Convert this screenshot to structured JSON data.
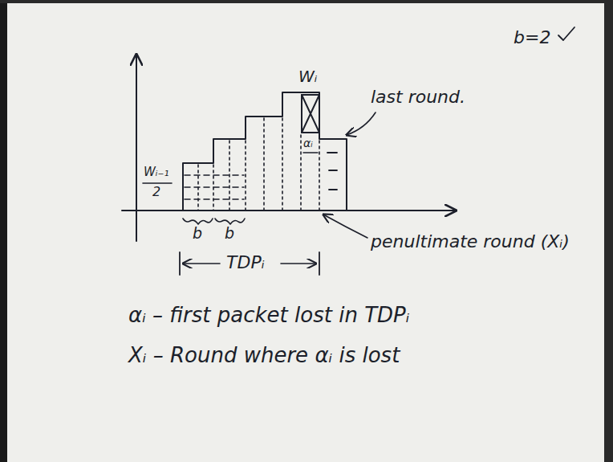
{
  "diagram": {
    "labels": [
      "b=2",
      "Wᵢ",
      "last round.",
      "Wᵢ₋₁",
      "2",
      "αᵢ",
      "b",
      "b",
      "penultimate round (Xᵢ)",
      "TDPᵢ",
      "αᵢ – first packet lost in TDPᵢ",
      "Xᵢ – Round where αᵢ is lost"
    ]
  }
}
